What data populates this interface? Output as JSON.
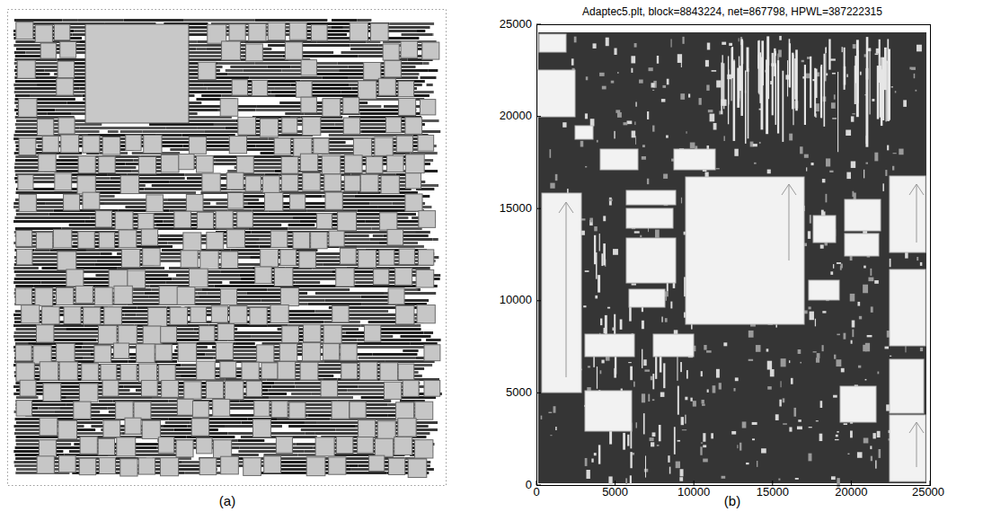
{
  "diagram": {
    "labels": [
      "Adaptec5.plt, block=8843224, net=867798, HPWL=387222315",
      "0",
      "5000",
      "10000",
      "15000",
      "20000",
      "25000",
      "0",
      "5000",
      "10000",
      "15000",
      "20000",
      "25000",
      "(a)",
      "(b)"
    ]
  }
}
